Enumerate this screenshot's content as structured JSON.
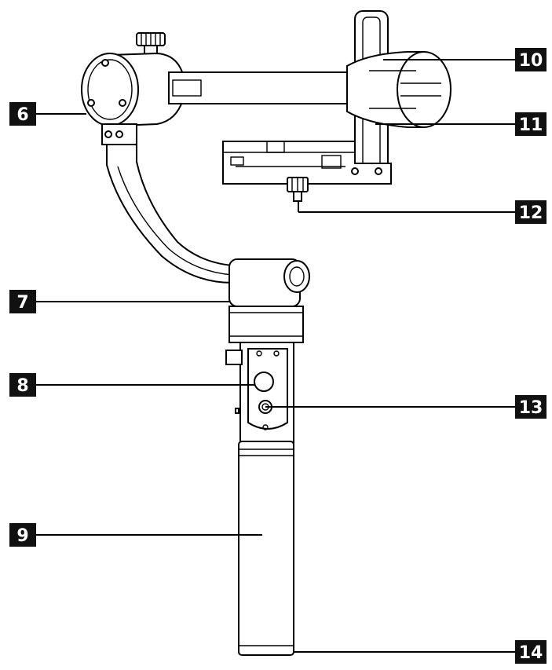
{
  "diagram": {
    "callouts": [
      {
        "id": "c6",
        "label": "6"
      },
      {
        "id": "c7",
        "label": "7"
      },
      {
        "id": "c8",
        "label": "8"
      },
      {
        "id": "c9",
        "label": "9"
      },
      {
        "id": "c10",
        "label": "10"
      },
      {
        "id": "c11",
        "label": "11"
      },
      {
        "id": "c12",
        "label": "12"
      },
      {
        "id": "c13",
        "label": "13"
      },
      {
        "id": "c14",
        "label": "14"
      }
    ]
  },
  "colors": {
    "ink": "#000000",
    "badge": "#111111",
    "background": "#ffffff"
  }
}
